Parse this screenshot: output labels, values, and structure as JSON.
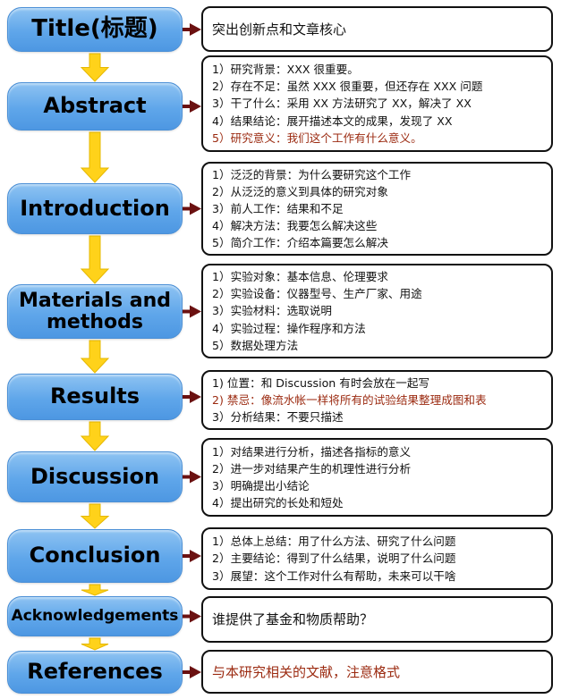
{
  "colors": {
    "pill_fill": "#5fa6ea",
    "connector_arrow": "#6b1111",
    "flow_arrow": "#ffd21a",
    "highlight_text": "#9b2a10"
  },
  "sections": [
    {
      "title": "Title(标题)",
      "lines": [
        {
          "text": "突出创新点和文章核心"
        }
      ]
    },
    {
      "title": "Abstract",
      "lines": [
        {
          "text": "1）研究背景：XXX 很重要。"
        },
        {
          "text": "2）存在不足：虽然 XXX 很重要，但还存在 XXX 问题"
        },
        {
          "text": "3）干了什么：采用 XX 方法研究了 XX，解决了 XX"
        },
        {
          "text": "4）结果结论：展开描述本文的成果，发现了 XX"
        },
        {
          "text": "5）研究意义：我们这个工作有什么意义。",
          "highlight": true
        }
      ]
    },
    {
      "title": "Introduction",
      "lines": [
        {
          "text": "1）泛泛的背景：为什么要研究这个工作"
        },
        {
          "text": "2）从泛泛的意义到具体的研究对象"
        },
        {
          "text": "3）前人工作：结果和不足"
        },
        {
          "text": "4）解决方法：我要怎么解决这些"
        },
        {
          "text": "5）简介工作：介绍本篇要怎么解决"
        }
      ]
    },
    {
      "title": "Materials and methods",
      "lines": [
        {
          "text": "1）实验对象：基本信息、伦理要求"
        },
        {
          "text": "2）实验设备：仪器型号、生产厂家、用途"
        },
        {
          "text": "3）实验材料：选取说明"
        },
        {
          "text": "4）实验过程：操作程序和方法"
        },
        {
          "text": "5）数据处理方法"
        }
      ]
    },
    {
      "title": "Results",
      "lines": [
        {
          "text": "1) 位置：和 Discussion 有时会放在一起写"
        },
        {
          "text": "2) 禁忌：像流水帐一样将所有的试验结果整理成图和表",
          "highlight": true
        },
        {
          "text": "3）分析结果：不要只描述"
        }
      ]
    },
    {
      "title": "Discussion",
      "lines": [
        {
          "text": "1）对结果进行分析，描述各指标的意义"
        },
        {
          "text": "2）进一步对结果产生的机理性进行分析"
        },
        {
          "text": "3）明确提出小结论"
        },
        {
          "text": "4）提出研究的长处和短处"
        }
      ]
    },
    {
      "title": "Conclusion",
      "lines": [
        {
          "text": "1）总体上总结：用了什么方法、研究了什么问题"
        },
        {
          "text": "2）主要结论：得到了什么结果，说明了什么问题"
        },
        {
          "text": "3）展望：这个工作对什么有帮助，未来可以干啥"
        }
      ]
    },
    {
      "title": "Acknowledgements",
      "lines": [
        {
          "text": "谁提供了基金和物质帮助？"
        }
      ]
    },
    {
      "title": "References",
      "lines": [
        {
          "text": "与本研究相关的文献，注意格式",
          "highlight": true
        }
      ]
    }
  ]
}
